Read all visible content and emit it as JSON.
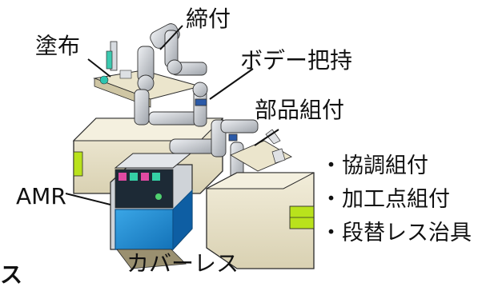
{
  "labels": {
    "coating": "塗布",
    "fastening": "締付",
    "body_gripping": "ボデー把持",
    "parts_assembly": "部品組付",
    "amr": "AMR",
    "coverless": "カバーレス",
    "edge_fragment": "ス"
  },
  "features": [
    "・協調組付",
    "・加工点組付",
    "・段替レス治具"
  ],
  "colors": {
    "body_fill": "#ece6cf",
    "body_shade": "#cfc6a4",
    "edge": "#2a2a2a",
    "accent_green": "#b9e21c",
    "amr_blue": "#1f8fd4",
    "amr_dark": "#0c4f86",
    "robot_gray": "#c9ccd1"
  }
}
